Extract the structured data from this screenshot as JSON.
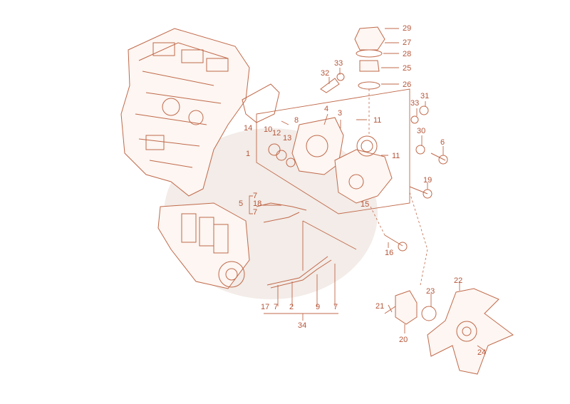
{
  "colors": {
    "line": "#c0694a",
    "text": "#b5563a",
    "background": "#ffffff"
  },
  "callouts": [
    "29",
    "27",
    "28",
    "25",
    "26",
    "33",
    "32",
    "31",
    "33",
    "4",
    "3",
    "8",
    "11",
    "14",
    "10",
    "12",
    "13",
    "1",
    "30",
    "6",
    "11",
    "19",
    "7",
    "5",
    "18",
    "7",
    "15",
    "16",
    "22",
    "23",
    "21",
    "20",
    "24",
    "17",
    "7",
    "2",
    "9",
    "7",
    "34"
  ]
}
